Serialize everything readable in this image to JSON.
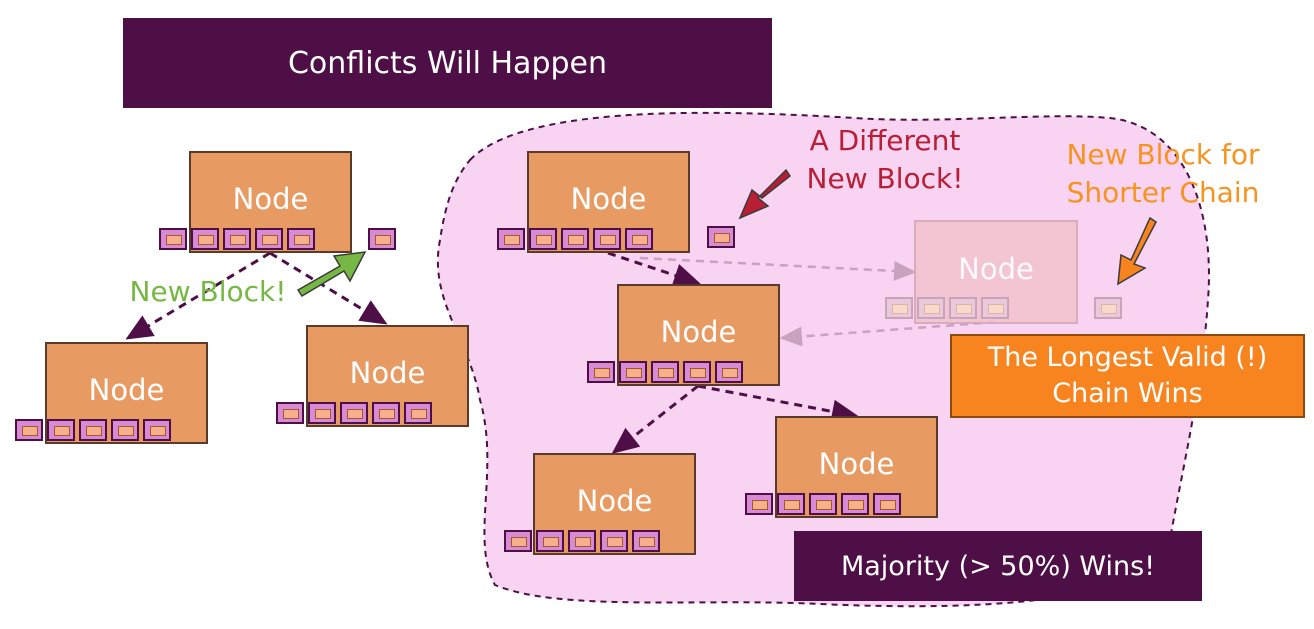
{
  "title": "Conflicts Will Happen",
  "nodes": {
    "label": "Node"
  },
  "labels": {
    "new_block": "New Block!",
    "different_block_line1": "A Different",
    "different_block_line2": "New Block!",
    "shorter_chain_line1": "New Block for",
    "shorter_chain_line2": "Shorter Chain"
  },
  "callouts": {
    "longest_chain_line1": "The Longest Valid (!)",
    "longest_chain_line2": "Chain Wins",
    "majority": "Majority (> 50%) Wins!"
  },
  "colors": {
    "title_bg": "#4e0f47",
    "node_fill": "#e89a63",
    "network_area": "#f8d3f2",
    "new_block_arrow": "#76b843",
    "different_block_arrow": "#b81f35",
    "shorter_chain_arrow": "#f7841f",
    "callout_orange": "#f7841f"
  }
}
